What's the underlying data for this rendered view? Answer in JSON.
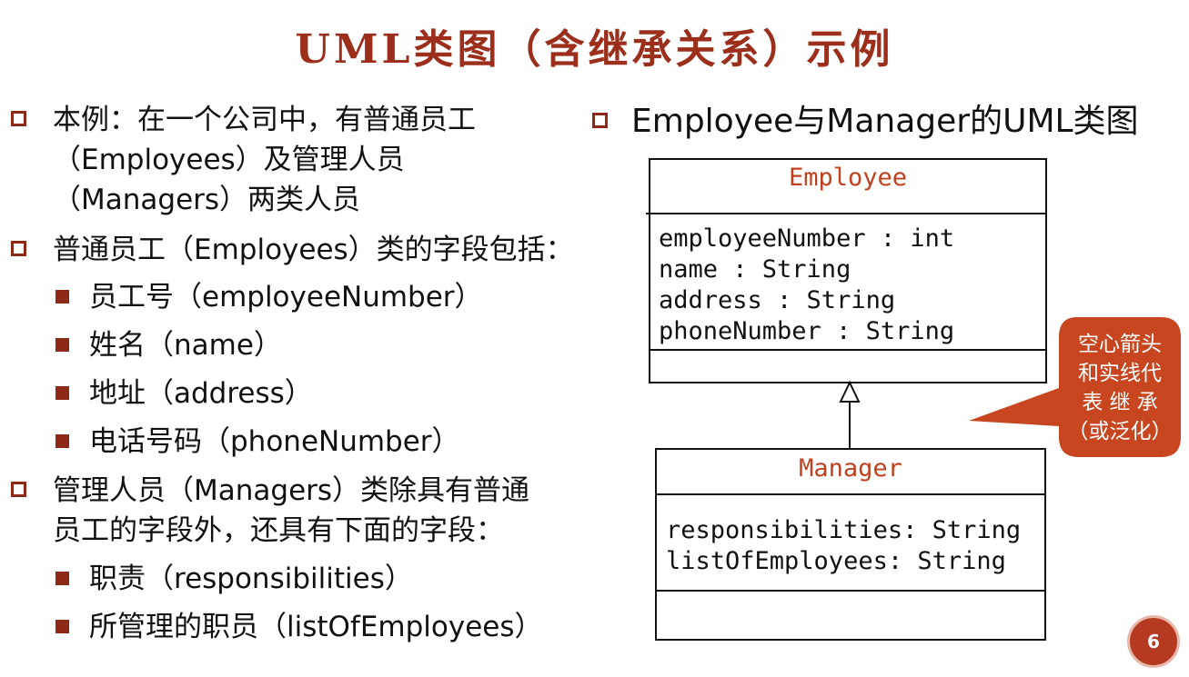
{
  "title": "UML类图（含继承关系）示例",
  "left": {
    "bullet1": {
      "lines": [
        "本例：在一个公司中，有普通员工",
        "（Employees）及管理人员",
        "（Managers）两类人员"
      ]
    },
    "bullet2": {
      "text": "普通员工（Employees）类的字段包括：",
      "items": [
        "员工号（employeeNumber）",
        "姓名（name）",
        "地址（address）",
        "电话号码（phoneNumber）"
      ]
    },
    "bullet3": {
      "lines": [
        "管理人员（Managers）类除具有普通",
        "员工的字段外，还具有下面的字段："
      ],
      "items": [
        "职责（responsibilities）",
        "所管理的职员（listOfEmployees）"
      ]
    }
  },
  "right": {
    "heading": "Employee与Manager的UML类图",
    "employee": {
      "name": "Employee",
      "attributes": [
        "employeeNumber : int",
        "name : String",
        "address : String",
        "phoneNumber : String"
      ]
    },
    "manager": {
      "name": "Manager",
      "attributes": [
        "responsibilities: String",
        "listOfEmployees: String"
      ]
    },
    "callout": [
      "空心箭头",
      "和实线代",
      "表 继 承",
      "（或泛化）"
    ]
  },
  "page_number": "6",
  "colors": {
    "title": "#9b2f1c",
    "bullet": "#8c2a17",
    "class_name": "#c0411f",
    "callout": "#c8461f"
  }
}
